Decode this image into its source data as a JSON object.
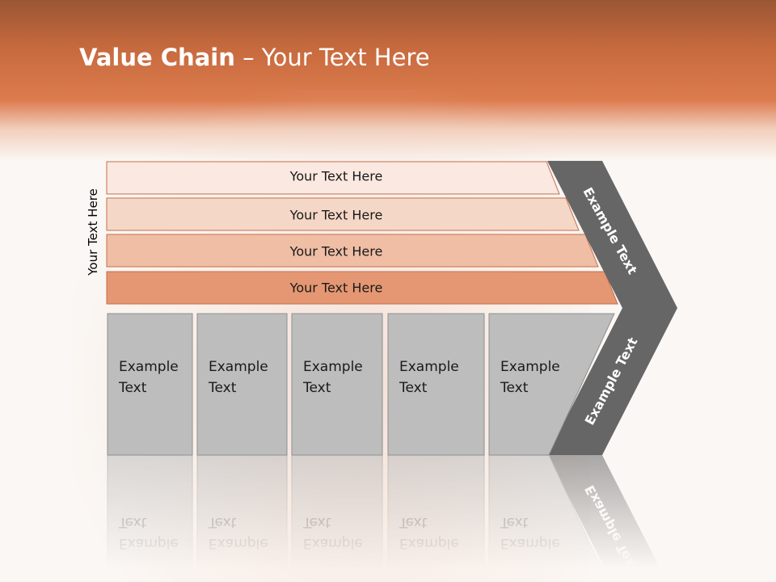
{
  "title": {
    "bold": "Value Chain",
    "rest": " – Your Text Here"
  },
  "side_label": "Your Text Here",
  "bars": [
    {
      "label": "Your Text Here",
      "color": "#fae8e1"
    },
    {
      "label": "Your Text Here",
      "color": "#f5d7c7"
    },
    {
      "label": "Your Text Here",
      "color": "#efbea5"
    },
    {
      "label": "Your Text Here",
      "color": "#e49772"
    }
  ],
  "cards": [
    {
      "line1": "Example",
      "line2": "Text"
    },
    {
      "line1": "Example",
      "line2": "Text"
    },
    {
      "line1": "Example",
      "line2": "Text"
    },
    {
      "line1": "Example",
      "line2": "Text"
    },
    {
      "line1": "Example",
      "line2": "Text"
    }
  ],
  "arrow": {
    "upper_label": "Example Text",
    "lower_label": "Example Text",
    "color": "#666666"
  },
  "colors": {
    "card_fill": "#bdbdbd",
    "card_stroke": "#8f8f8f",
    "bar_stroke": "#c4704a"
  }
}
